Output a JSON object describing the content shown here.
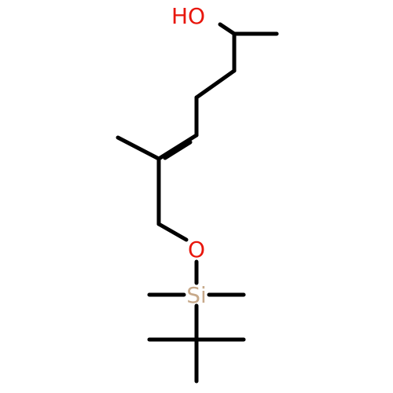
{
  "molecule": {
    "labels": {
      "hydroxyl": "HO",
      "ether_oxygen": "O",
      "silicon": "Si"
    },
    "colors": {
      "bond": "#000000",
      "oxygen": "#e8160c",
      "silicon": "#c7a98a"
    }
  }
}
